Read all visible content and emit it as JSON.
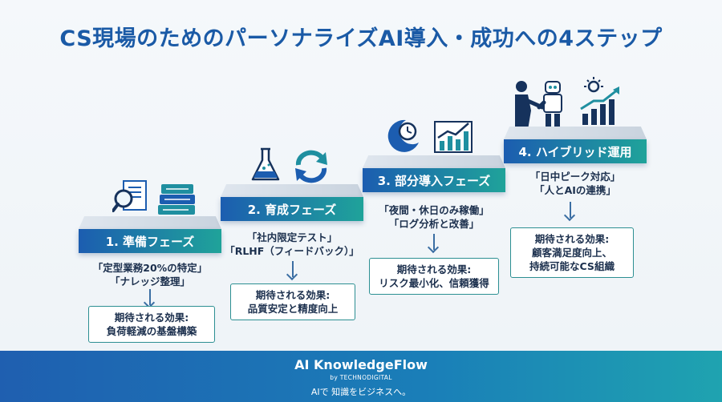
{
  "title": "CS現場のためのパーソナライズAI導入・成功への4ステップ",
  "steps": [
    {
      "label": "1. 準備フェーズ",
      "tasks": [
        "「定型業務20%の特定」",
        "「ナレッジ整理」"
      ],
      "effect_heading": "期待される効果:",
      "effect": "負荷軽減の基盤構築",
      "icons": [
        "magnifier-document-icon",
        "books-icon"
      ]
    },
    {
      "label": "2. 育成フェーズ",
      "tasks": [
        "「社内限定テスト」",
        "「RLHF（フィードバック）」"
      ],
      "effect_heading": "期待される効果:",
      "effect": "品質安定と精度向上",
      "icons": [
        "flask-icon",
        "refresh-cycle-icon"
      ]
    },
    {
      "label": "3. 部分導入フェーズ",
      "tasks": [
        "「夜間・休日のみ稼働」",
        "「ログ分析と改善」"
      ],
      "effect_heading": "期待される効果:",
      "effect": "リスク最小化、信頼獲得",
      "icons": [
        "moon-clock-icon",
        "bar-chart-growth-icon"
      ]
    },
    {
      "label": "4. ハイブリッド運用",
      "tasks": [
        "「日中ピーク対応」",
        "「人とAIの連携」"
      ],
      "effect_heading": "期待される効果:",
      "effect_lines": [
        "顧客満足度向上、",
        "持続可能なCS組織"
      ],
      "icons": [
        "handshake-robot-icon",
        "sun-growth-chart-icon"
      ]
    }
  ],
  "footer": {
    "brand": "AI KnowledgeFlow",
    "by": "by TECHNODIGITAL",
    "tagline": "AIで 知識をビジネスへ。"
  },
  "colors": {
    "title": "#1a5aa6",
    "platform_start": "#1c5db0",
    "platform_end": "#1fa39a",
    "effect_border": "#2c8f92"
  }
}
